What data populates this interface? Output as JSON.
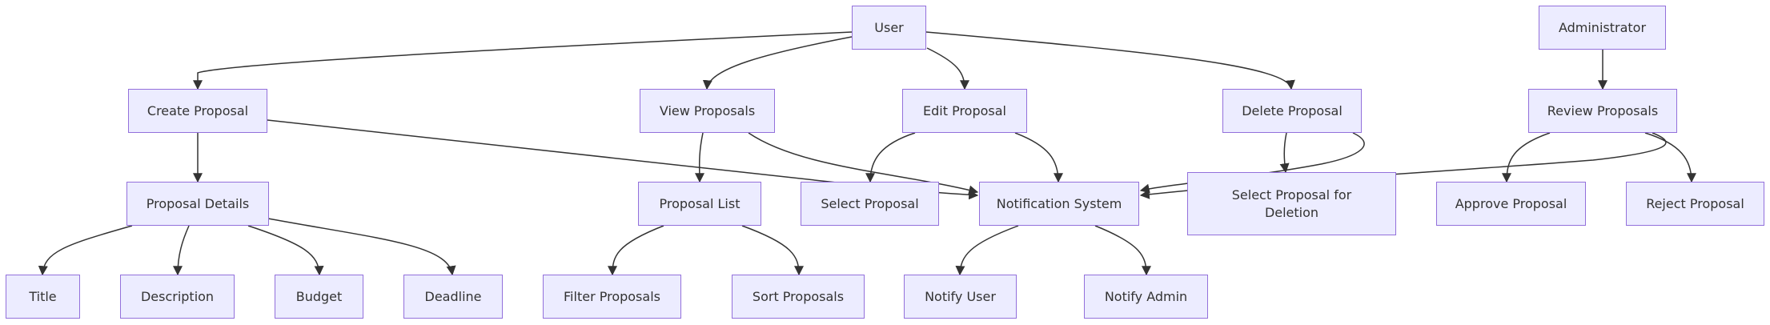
{
  "nodes": {
    "user": "User",
    "administrator": "Administrator",
    "create_proposal": "Create Proposal",
    "view_proposals": "View Proposals",
    "edit_proposal": "Edit Proposal",
    "delete_proposal": "Delete Proposal",
    "review_proposals": "Review Proposals",
    "proposal_details": "Proposal Details",
    "proposal_list": "Proposal List",
    "select_proposal": "Select Proposal",
    "notification_system": "Notification System",
    "select_proposal_for_deletion": "Select Proposal for Deletion",
    "approve_proposal": "Approve Proposal",
    "reject_proposal": "Reject Proposal",
    "title": "Title",
    "description": "Description",
    "budget": "Budget",
    "deadline": "Deadline",
    "filter_proposals": "Filter Proposals",
    "sort_proposals": "Sort Proposals",
    "notify_user": "Notify User",
    "notify_admin": "Notify Admin"
  },
  "edges": [
    [
      "user",
      "create_proposal"
    ],
    [
      "user",
      "view_proposals"
    ],
    [
      "user",
      "edit_proposal"
    ],
    [
      "user",
      "delete_proposal"
    ],
    [
      "administrator",
      "review_proposals"
    ],
    [
      "create_proposal",
      "proposal_details"
    ],
    [
      "create_proposal",
      "notification_system"
    ],
    [
      "view_proposals",
      "proposal_list"
    ],
    [
      "view_proposals",
      "notification_system"
    ],
    [
      "edit_proposal",
      "select_proposal"
    ],
    [
      "edit_proposal",
      "notification_system"
    ],
    [
      "delete_proposal",
      "select_proposal_for_deletion"
    ],
    [
      "delete_proposal",
      "notification_system"
    ],
    [
      "review_proposals",
      "approve_proposal"
    ],
    [
      "review_proposals",
      "reject_proposal"
    ],
    [
      "review_proposals",
      "notification_system"
    ],
    [
      "proposal_details",
      "title"
    ],
    [
      "proposal_details",
      "description"
    ],
    [
      "proposal_details",
      "budget"
    ],
    [
      "proposal_details",
      "deadline"
    ],
    [
      "proposal_list",
      "filter_proposals"
    ],
    [
      "proposal_list",
      "sort_proposals"
    ],
    [
      "notification_system",
      "notify_user"
    ],
    [
      "notification_system",
      "notify_admin"
    ]
  ],
  "colors": {
    "node_fill": "#ececff",
    "node_border": "#9370db",
    "edge": "#333333",
    "text": "#333333"
  }
}
